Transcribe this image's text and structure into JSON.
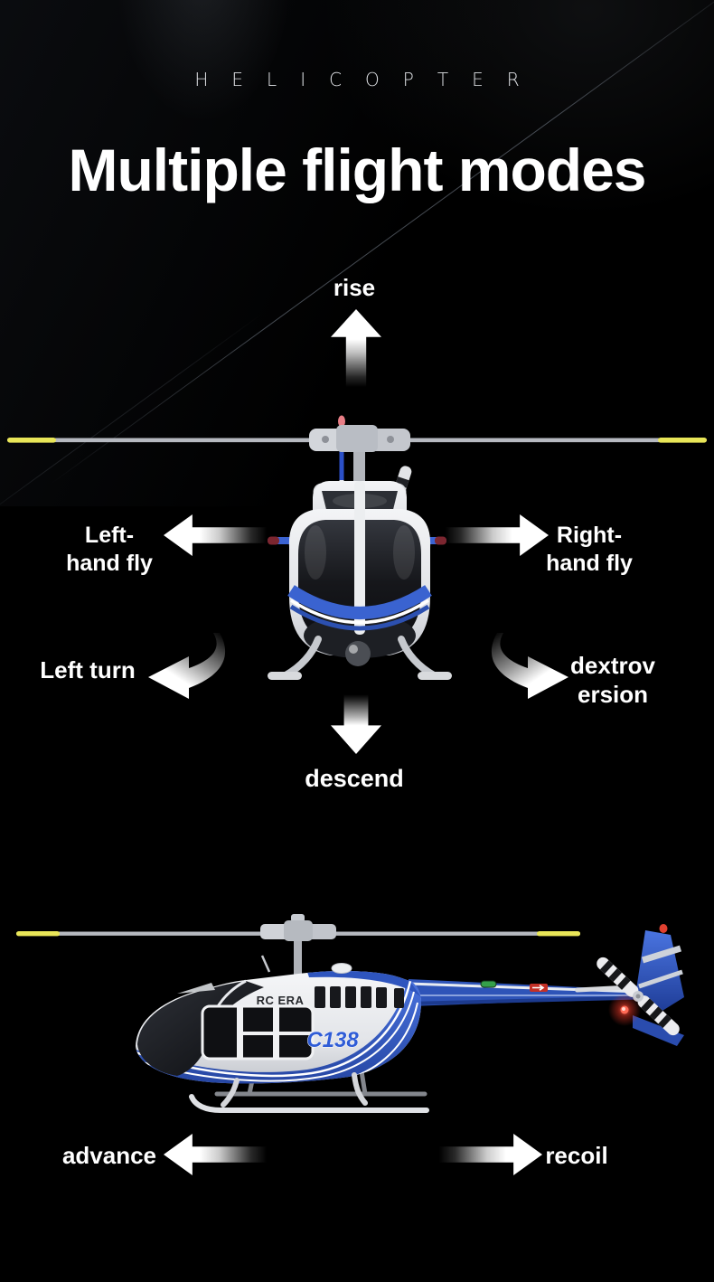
{
  "header": {
    "brand": "HELICOPTER",
    "title": "Multiple flight modes"
  },
  "modes": {
    "rise": "rise",
    "descend": "descend",
    "left_hand_fly": [
      "Left-",
      "hand fly"
    ],
    "right_hand_fly": [
      "Right-",
      "hand fly"
    ],
    "left_turn": "Left turn",
    "dextroversion": [
      "dextrov",
      "ersion"
    ],
    "advance": "advance",
    "recoil": "recoil"
  },
  "helicopter": {
    "brand": "RC ERA",
    "model": "C138"
  },
  "colors": {
    "background": "#000000",
    "label_text": "#ffffff",
    "livery_blue": "#2e55be",
    "blade_tip_yellow": "#e9e658",
    "tail_light_red": "#ff4636"
  }
}
